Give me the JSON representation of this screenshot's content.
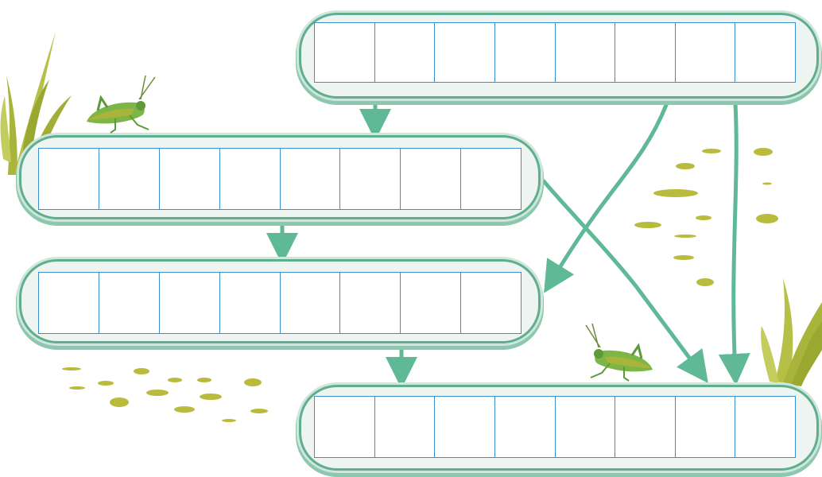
{
  "colors": {
    "frame": "#5fae8e",
    "frame_fill": "#eef4f1",
    "arrow": "#5fb896",
    "grid_line": "#3a8fd0",
    "grass": "#a8b43a",
    "spots": "#b9bb3c",
    "grasshopper": "#6aa842"
  },
  "icons": [
    "grasshopper-icon",
    "grass-tuft-icon"
  ],
  "panels": [
    {
      "name": "panel-1",
      "cells": [
        "",
        "",
        "",
        "",
        "",
        "",
        "",
        ""
      ]
    },
    {
      "name": "panel-2",
      "cells": [
        "",
        "",
        "",
        "",
        "",
        "",
        "",
        ""
      ]
    },
    {
      "name": "panel-3",
      "cells": [
        "",
        "",
        "",
        "",
        "",
        "",
        "",
        ""
      ]
    },
    {
      "name": "panel-4",
      "cells": [
        "",
        "",
        "",
        "",
        "",
        "",
        "",
        ""
      ]
    }
  ],
  "connections": [
    {
      "from": "panel-1",
      "to": "panel-2"
    },
    {
      "from": "panel-1",
      "to": "panel-3"
    },
    {
      "from": "panel-1",
      "to": "panel-4"
    },
    {
      "from": "panel-2",
      "to": "panel-3"
    },
    {
      "from": "panel-2",
      "to": "panel-4"
    },
    {
      "from": "panel-3",
      "to": "panel-4"
    }
  ]
}
